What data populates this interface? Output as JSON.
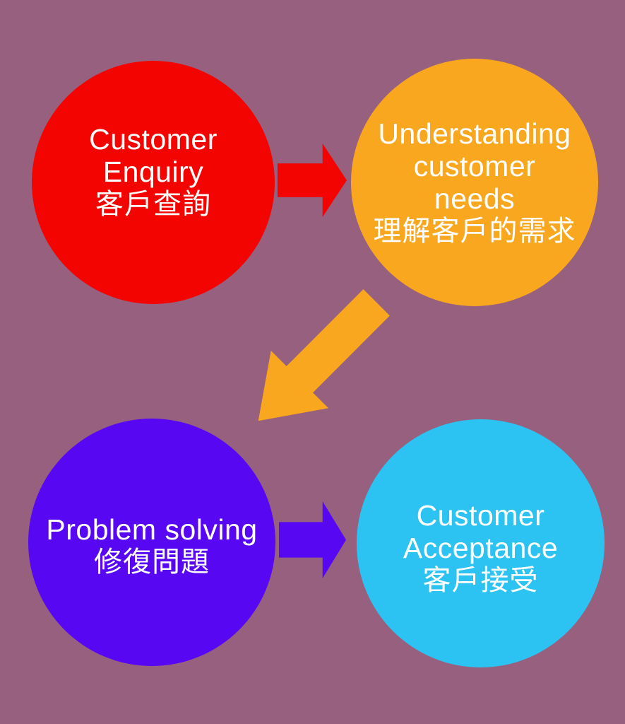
{
  "colors": {
    "background": "#96607E",
    "text": "#FFFFFF"
  },
  "nodes": [
    {
      "name": "customer-enquiry",
      "color": "#F40400",
      "lines": [
        "Customer",
        "Enquiry",
        "客戶查詢"
      ]
    },
    {
      "name": "understanding-customer-needs",
      "color": "#F9A71F",
      "lines": [
        "Understanding",
        "customer",
        "needs",
        "理解客戶的需求"
      ]
    },
    {
      "name": "problem-solving",
      "color": "#5807F2",
      "lines": [
        "Problem solving",
        "修復問題"
      ]
    },
    {
      "name": "customer-acceptance",
      "color": "#2CC3F2",
      "lines": [
        "Customer",
        "Acceptance",
        "客戶接受"
      ]
    }
  ],
  "arrows": [
    {
      "name": "enquiry-to-understanding",
      "direction": "right",
      "color": "#F40400"
    },
    {
      "name": "understanding-to-problem-solving",
      "direction": "down-left",
      "color": "#F9A71F"
    },
    {
      "name": "problem-solving-to-acceptance",
      "direction": "right",
      "color": "#5807F2"
    }
  ]
}
